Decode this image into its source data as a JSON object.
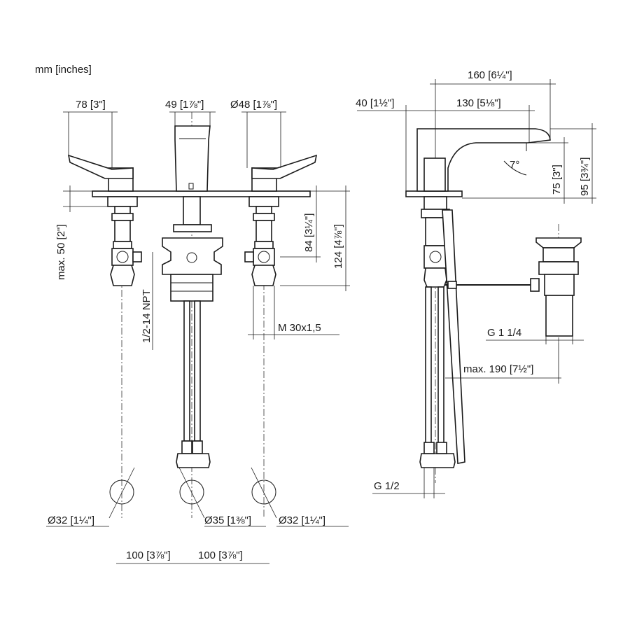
{
  "units_label": "mm [inches]",
  "front_view": {
    "dims": {
      "handle_width": "78 [3\"]",
      "spout_width": "49 [1⅞\"]",
      "handle_diameter": "Ø48 [1⅞\"]",
      "deck_max": "max. 50 [2\"]",
      "thread_npt": "1/2-14 NPT",
      "height_84": "84 [3¼\"]",
      "height_124": "124 [4⅞\"]",
      "thread_m30": "M 30x1,5",
      "hole_left": "Ø32 [1¼\"]",
      "hole_center": "Ø35 [1⅜\"]",
      "hole_right": "Ø32 [1¼\"]",
      "spacing_left": "100 [3⅞\"]",
      "spacing_right": "100 [3⅞\"]"
    }
  },
  "side_view": {
    "dims": {
      "overall_length": "160 [6¼\"]",
      "setback": "40 [1½\"]",
      "spout_reach": "130 [5⅛\"]",
      "spout_angle": "7°",
      "spout_height": "75 [3\"]",
      "total_height": "95 [3¾\"]",
      "drain_thread": "G 1 1/4",
      "rod_max": "max. 190 [7½\"]",
      "supply_thread": "G 1/2"
    }
  }
}
